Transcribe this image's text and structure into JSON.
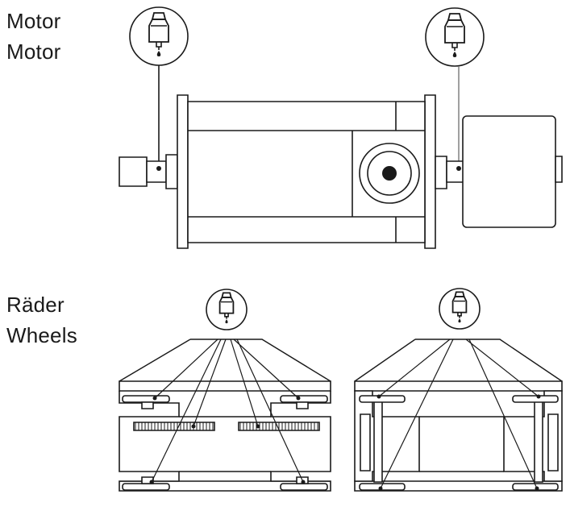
{
  "labels": {
    "motor_de": "Motor",
    "motor_en": "Motor",
    "wheels_de": "Räder",
    "wheels_en": "Wheels"
  },
  "icons": {
    "lubricator": "oil-can-drop-icon"
  },
  "colors": {
    "line": "#1a1a1a",
    "fill": "#ffffff"
  }
}
